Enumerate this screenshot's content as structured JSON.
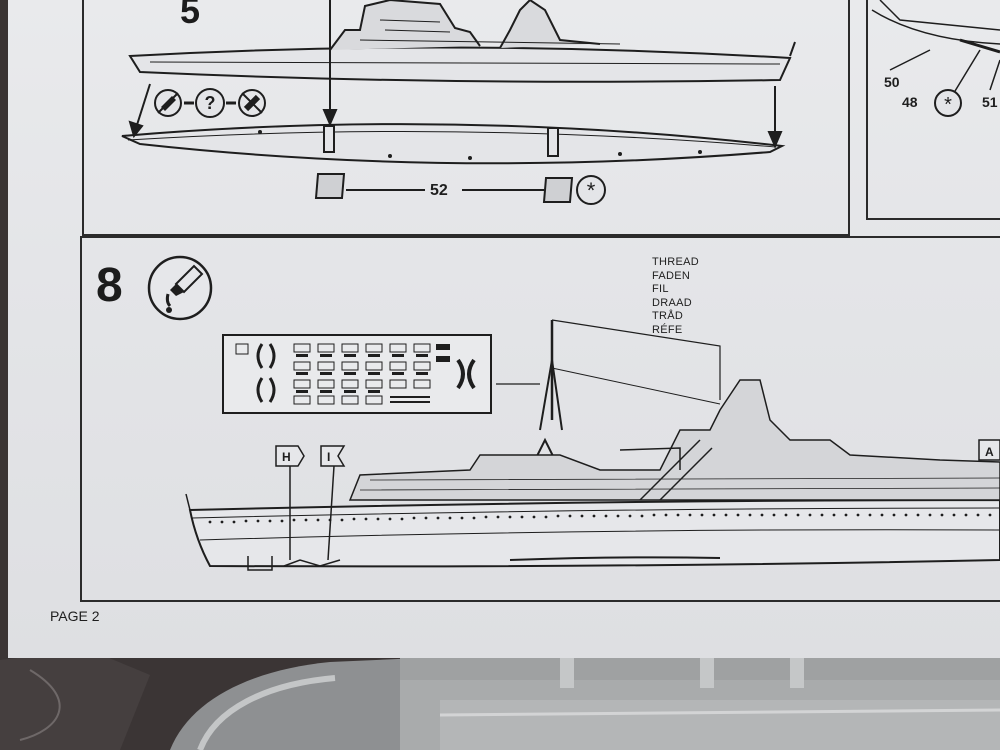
{
  "steps": {
    "step5": {
      "number": "5",
      "part_label": "52"
    },
    "step8": {
      "number": "8"
    },
    "right_panel": {
      "labels": [
        "50",
        "48",
        "51"
      ]
    }
  },
  "thread_note": {
    "lines": [
      "THREAD",
      "FADEN",
      "FIL",
      "DRAAD",
      "TRÅD",
      "RÉFE"
    ]
  },
  "flags": {
    "h": "H",
    "i": "I",
    "a": "A"
  },
  "footer": {
    "page": "PAGE 2"
  },
  "colors": {
    "paper": "#e6e7ea",
    "ink": "#1e1e1e",
    "background": "#3a3433",
    "plastic": "#a9abac"
  },
  "icons": [
    "cement-tube-icon",
    "question-icon",
    "no-glue-icon",
    "asterisk-icon"
  ]
}
